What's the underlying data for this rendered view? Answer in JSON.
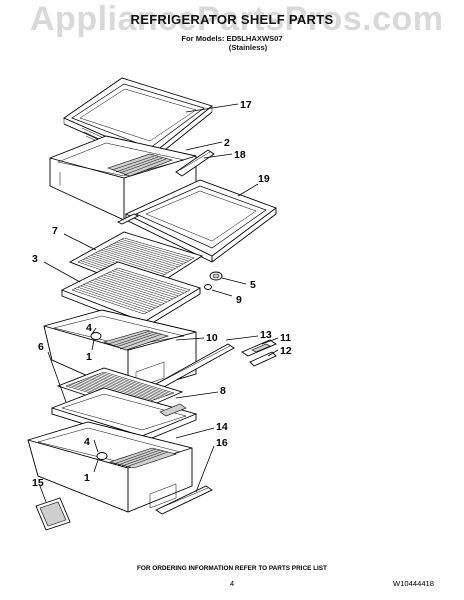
{
  "watermark": "AppliancePartsPros.com",
  "header": {
    "title": "REFRIGERATOR SHELF PARTS",
    "models_line": "For Models: ED5LHAXWS07",
    "variant": "(Stainless)"
  },
  "callouts": [
    {
      "id": "c17",
      "text": "17"
    },
    {
      "id": "c2",
      "text": "2"
    },
    {
      "id": "c18",
      "text": "18"
    },
    {
      "id": "c19",
      "text": "19"
    },
    {
      "id": "c7",
      "text": "7"
    },
    {
      "id": "c3",
      "text": "3"
    },
    {
      "id": "c5",
      "text": "5"
    },
    {
      "id": "c9",
      "text": "9"
    },
    {
      "id": "c4a",
      "text": "4"
    },
    {
      "id": "c1a",
      "text": "1"
    },
    {
      "id": "c10",
      "text": "10"
    },
    {
      "id": "c13",
      "text": "13"
    },
    {
      "id": "c11",
      "text": "11"
    },
    {
      "id": "c12",
      "text": "12"
    },
    {
      "id": "c6",
      "text": "6"
    },
    {
      "id": "c8",
      "text": "8"
    },
    {
      "id": "c14",
      "text": "14"
    },
    {
      "id": "c4b",
      "text": "4"
    },
    {
      "id": "c16",
      "text": "16"
    },
    {
      "id": "c15",
      "text": "15"
    },
    {
      "id": "c1b",
      "text": "1"
    }
  ],
  "footer": {
    "ordering_note": "FOR ORDERING INFORMATION REFER TO PARTS PRICE LIST",
    "page_number": "4",
    "doc_number": "W10444418"
  }
}
